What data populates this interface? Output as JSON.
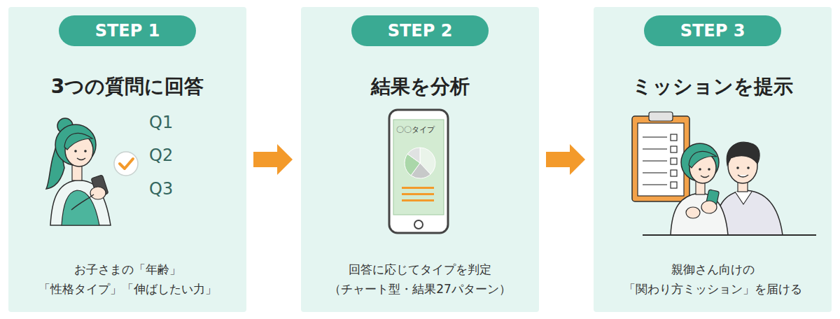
{
  "diagram": {
    "nodes": [
      {
        "text": [
          "3つの質問に回答",
          "お子さまの「年齢」 「性格タイプ」「伸ばしたい力」"
        ]
      },
      {
        "text": [
          "STEP 1"
        ],
        "in": 0
      },
      {
        "text": [
          "Q1"
        ],
        "in": 0
      },
      {
        "text": [
          "Q2"
        ],
        "in": 0
      },
      {
        "text": [
          "Q3"
        ],
        "in": 0
      },
      {
        "text": [
          "結果を分析",
          "回答に応じてタイプを判定 （チャート型・結果27パターン）"
        ]
      },
      {
        "text": [
          "STEP 2"
        ],
        "in": 5
      },
      {
        "text": [
          "〇〇タイプ"
        ],
        "in": 5
      },
      {
        "text": [
          "ミッションを提示",
          "親御さん向けの 「関わり方ミッション」を届ける"
        ]
      },
      {
        "text": [
          "STEP 3"
        ],
        "in": 8
      }
    ],
    "edges": [
      {
        "from": 0,
        "to": 5,
        "arrow": "to"
      },
      {
        "from": 5,
        "to": 8,
        "arrow": "to"
      }
    ]
  }
}
